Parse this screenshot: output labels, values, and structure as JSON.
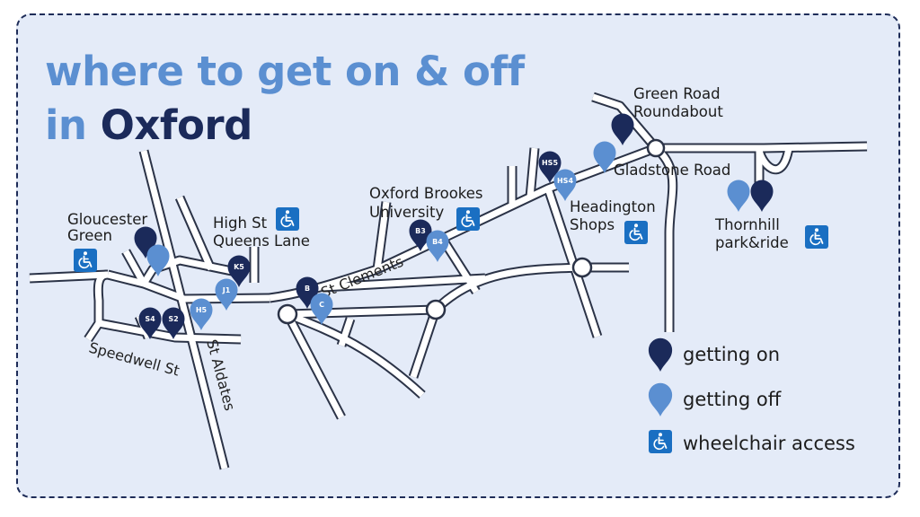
{
  "title": {
    "line1": "where to get on & off",
    "line2_prefix": "in",
    "line2_city": "Oxford"
  },
  "colors": {
    "background": "#e4ebf8",
    "border": "#1e2c58",
    "on_pin": "#1b2a5a",
    "off_pin": "#5b8fd1",
    "title_light": "#5b8fd1",
    "title_dark": "#1b2a5a",
    "wheelchair": "#1a6fc2"
  },
  "places": {
    "gloucester_1": "Gloucester",
    "gloucester_2": "Green",
    "highst_1": "High St",
    "highst_2": "Queens Lane",
    "brookes_1": "Oxford Brookes",
    "brookes_2": "University",
    "headington_1": "Headington",
    "headington_2": "Shops",
    "greenroad_1": "Green Road",
    "greenroad_2": "Roundabout",
    "gladstone": "Gladstone Road",
    "thornhill_1": "Thornhill",
    "thornhill_2": "park&ride"
  },
  "roads": {
    "st_clements": "St Clements",
    "speedwell": "Speedwell St",
    "st_aldates": "St Aldates"
  },
  "stops": {
    "s4": "S4",
    "s2": "S2",
    "h5": "H5",
    "j1": "J1",
    "k5": "K5",
    "b": "B",
    "c": "C",
    "b3": "B3",
    "b4": "B4",
    "hs5": "HS5",
    "hs4": "HS4"
  },
  "legend": {
    "on": "getting on",
    "off": "getting off",
    "wheelchair": "wheelchair access"
  },
  "icons": {
    "on_pin": "map-pin-icon",
    "off_pin": "map-pin-icon",
    "wheelchair": "wheelchair-icon"
  }
}
